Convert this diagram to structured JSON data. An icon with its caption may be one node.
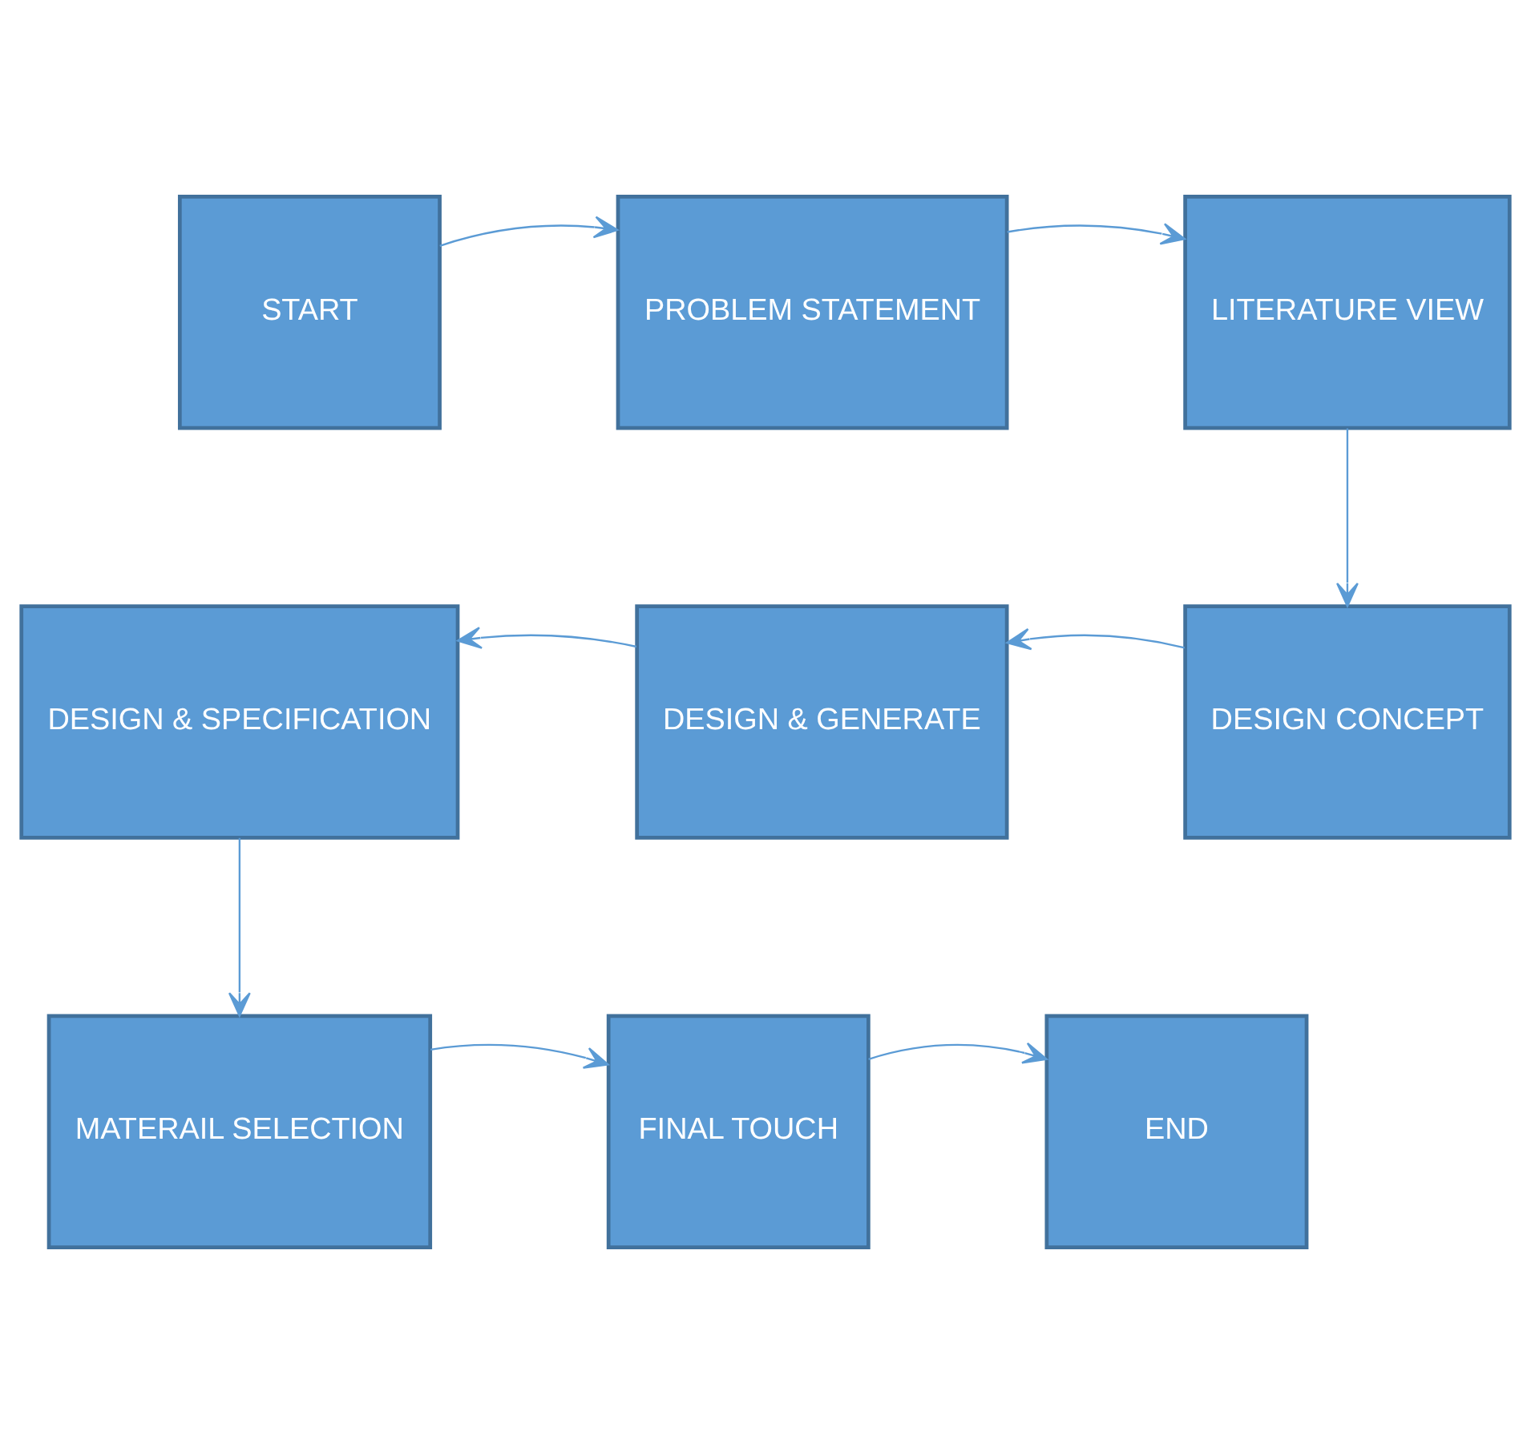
{
  "diagram": {
    "nodes": [
      {
        "text": [
          "START"
        ]
      },
      {
        "text": [
          "PROBLEM STATEMENT"
        ]
      },
      {
        "text": [
          "LITERATURE VIEW"
        ]
      },
      {
        "text": [
          "DESIGN & SPECIFICATION"
        ]
      },
      {
        "text": [
          "DESIGN & GENERATE"
        ]
      },
      {
        "text": [
          "DESIGN CONCEPT"
        ]
      },
      {
        "text": [
          "MATERAIL SELECTION"
        ]
      },
      {
        "text": [
          "FINAL TOUCH"
        ]
      },
      {
        "text": [
          "END"
        ]
      }
    ],
    "edges": [
      {
        "from": 0,
        "to": 1,
        "arrow": "to"
      },
      {
        "from": 1,
        "to": 2,
        "arrow": "to"
      },
      {
        "from": 2,
        "to": 5,
        "arrow": "to"
      },
      {
        "from": 5,
        "to": 4,
        "arrow": "to"
      },
      {
        "from": 4,
        "to": 3,
        "arrow": "to"
      },
      {
        "from": 3,
        "to": 6,
        "arrow": "to"
      },
      {
        "from": 6,
        "to": 7,
        "arrow": "to"
      },
      {
        "from": 7,
        "to": 8,
        "arrow": "to"
      }
    ]
  }
}
